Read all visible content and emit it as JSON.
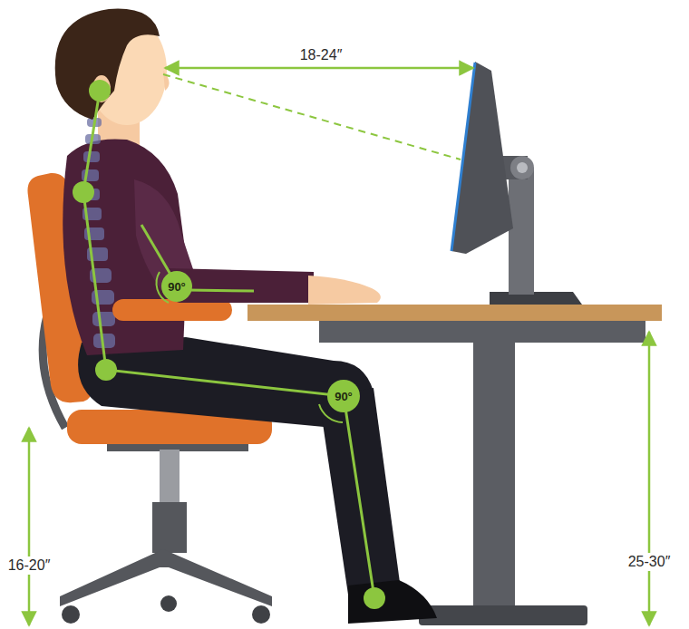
{
  "diagram": {
    "nodes": [
      {
        "text": [
          "90°"
        ]
      },
      {
        "text": [
          "90°"
        ]
      }
    ],
    "labels": [
      "18-24″",
      "16-20″",
      "25-30″"
    ]
  }
}
